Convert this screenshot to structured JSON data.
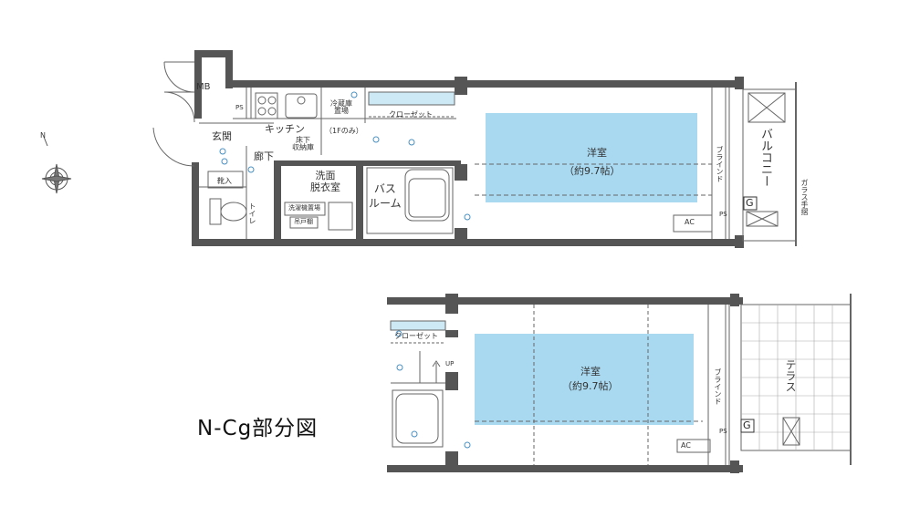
{
  "upper_plan": {
    "mb": "MB",
    "ps": "PS",
    "kitchen": "キッチン",
    "fridge": "冷蔵庫\n置場",
    "storage_note": "（1Fのみ）",
    "floor_storage": "床下\n収納庫",
    "closet": "クローゼット",
    "entrance": "玄関",
    "hallway": "廊下",
    "shoe_box": "靴入",
    "toilet": "トイレ",
    "washroom": "洗面\n脱衣室",
    "laundry": "洗濯機置場",
    "cupboard": "吊戸棚",
    "bath": "バス\nルーム",
    "western_room": "洋室",
    "room_size": "（約9.7帖）",
    "blind": "ブラインド",
    "balcony": "バルコニー",
    "glass_rail": "ガラス手摺",
    "ac": "AC",
    "gas": "G",
    "ps2": "PS"
  },
  "lower_plan": {
    "closet": "クローゼット",
    "up": "UP",
    "western_room": "洋室",
    "room_size": "（約9.7帖）",
    "blind": "ブラインド",
    "terrace": "テラス",
    "ac": "AC",
    "gas": "G",
    "ps": "PS"
  },
  "caption": "N-Cg部分図",
  "compass": "N",
  "colors": {
    "wall": "#555555",
    "room_fill": "#a8d9f0",
    "line": "#666666"
  }
}
